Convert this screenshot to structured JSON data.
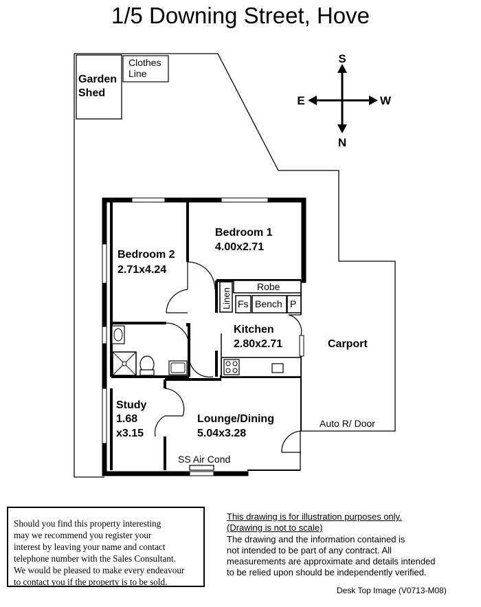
{
  "title": "1/5 Downing Street, Hove",
  "compass": {
    "north": "N",
    "south": "S",
    "east": "E",
    "west": "W"
  },
  "rooms": {
    "garden_shed": {
      "line1": "Garden",
      "line2": "Shed"
    },
    "clothes_line": {
      "line1": "Clothes",
      "line2": "Line"
    },
    "bedroom1": {
      "name": "Bedroom 1",
      "size": "4.00x2.71"
    },
    "bedroom2": {
      "name": "Bedroom 2",
      "size": "2.71x4.24"
    },
    "kitchen": {
      "name": "Kitchen",
      "size": "2.80x2.71"
    },
    "study": {
      "name": "Study",
      "size1": "1.68",
      "size2": "x3.15"
    },
    "lounge": {
      "name": "Lounge/Dining",
      "size": "5.04x3.28"
    },
    "carport": {
      "name": "Carport"
    }
  },
  "fixtures": {
    "robe": "Robe",
    "linen": "Linen",
    "fs": "Fs",
    "bench": "Bench",
    "pantry": "P",
    "air_cond": "SS Air Cond",
    "auto_door": "Auto R/ Door"
  },
  "interest_lines": [
    "Should you find this property interesting",
    "may we recommend you register your",
    "interest by leaving your name and contact",
    "telephone number with the Sales Consultant.",
    "We would be pleased to make every endeavour",
    "to contact you if the property is to be sold."
  ],
  "disclaimer": {
    "line1": "This drawing is for illustration purposes only.",
    "line2": "(Drawing is not to scale)",
    "body": [
      "The drawing and the information contained is",
      "not intended to be part of any contract.  All",
      "measurements are approximate and details intended",
      "to be relied upon should be independently verified."
    ]
  },
  "footer_ref": "Desk Top Image  (V0713-M08)"
}
